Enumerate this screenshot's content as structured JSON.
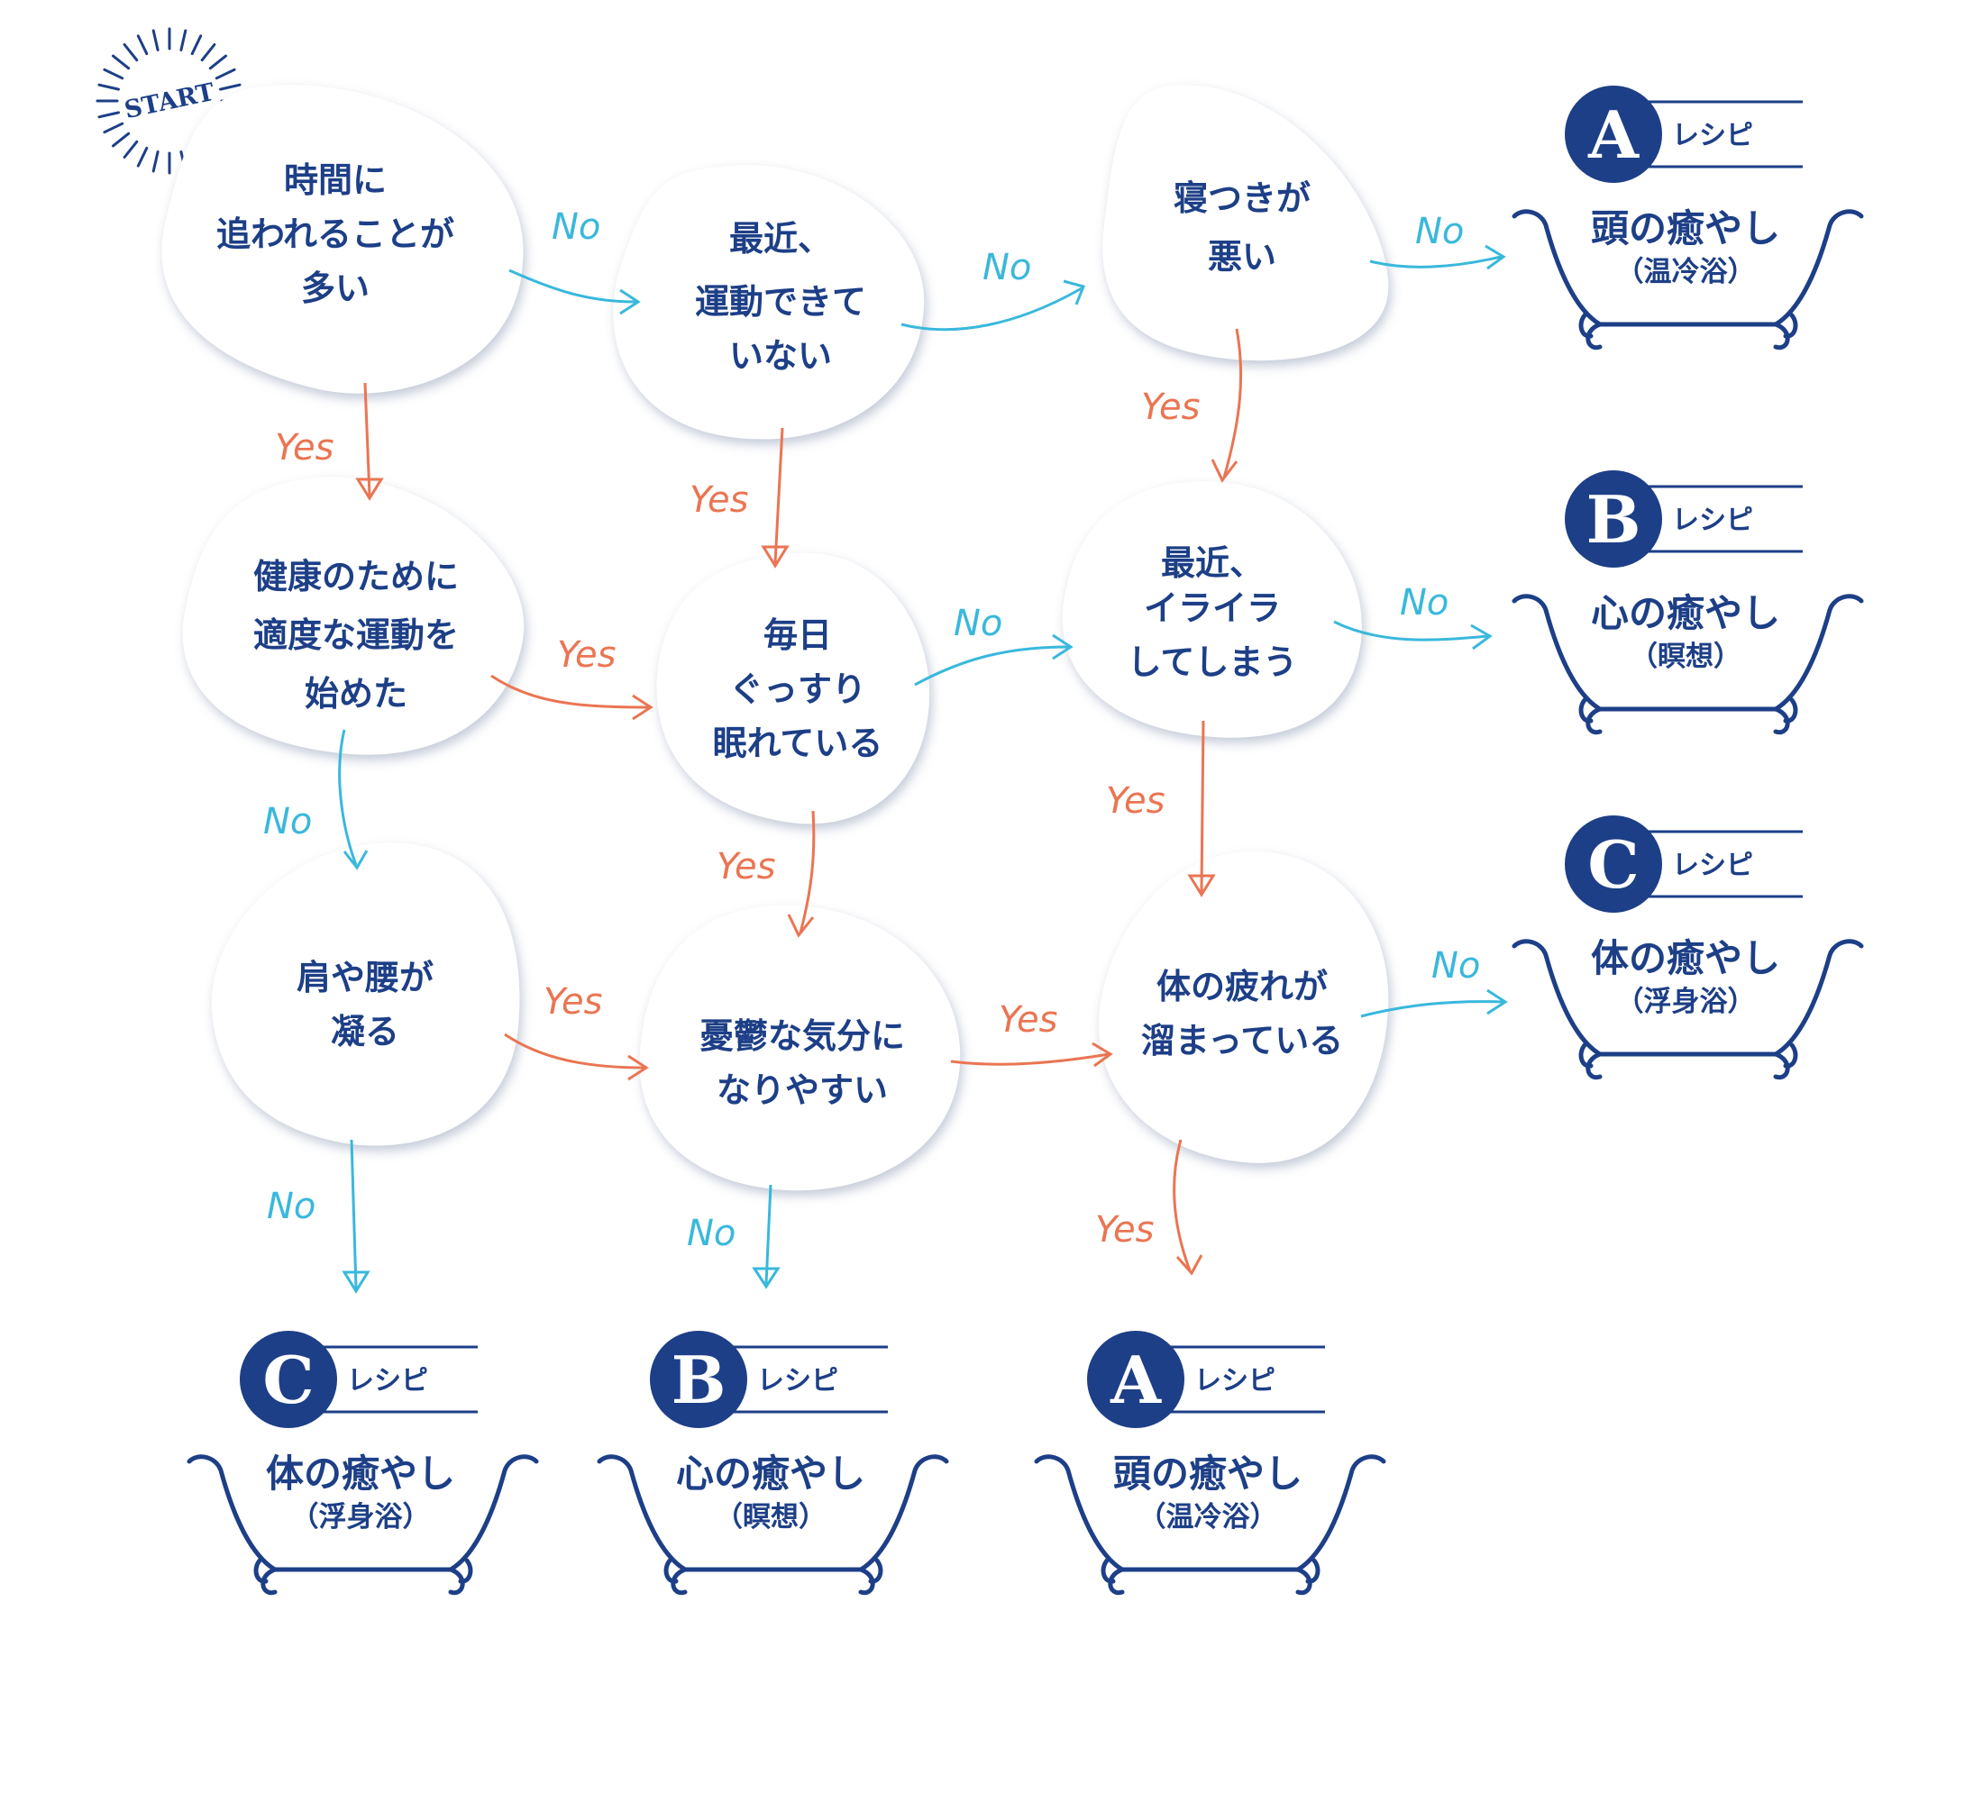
{
  "start_label": "START",
  "questions": [
    {
      "id": "q1",
      "lines": [
        "時間に",
        "追われることが",
        "多い"
      ]
    },
    {
      "id": "q2",
      "lines": [
        "最近、",
        "運動できて",
        "いない"
      ]
    },
    {
      "id": "q3",
      "lines": [
        "寝つきが",
        "悪い"
      ]
    },
    {
      "id": "q4",
      "lines": [
        "健康のために",
        "適度な運動を",
        "始めた"
      ]
    },
    {
      "id": "q5",
      "lines": [
        "毎日",
        "ぐっすり",
        "眠れている"
      ]
    },
    {
      "id": "q6",
      "lines": [
        "最近、",
        "イライラ",
        "してしまう"
      ]
    },
    {
      "id": "q7",
      "lines": [
        "肩や腰が",
        "凝る"
      ]
    },
    {
      "id": "q8",
      "lines": [
        "憂鬱な気分に",
        "なりやすい"
      ]
    },
    {
      "id": "q9",
      "lines": [
        "体の疲れが",
        "溜まっている"
      ]
    }
  ],
  "edge_labels": {
    "yes": "Yes",
    "no": "No"
  },
  "edges": [
    {
      "from": "q1",
      "to": "q2",
      "type": "no"
    },
    {
      "from": "q1",
      "to": "q4",
      "type": "yes"
    },
    {
      "from": "q2",
      "to": "q3",
      "type": "no"
    },
    {
      "from": "q2",
      "to": "q5",
      "type": "yes"
    },
    {
      "from": "q3",
      "to": "rA1",
      "type": "no"
    },
    {
      "from": "q3",
      "to": "q6",
      "type": "yes"
    },
    {
      "from": "q4",
      "to": "q5",
      "type": "yes"
    },
    {
      "from": "q4",
      "to": "q7",
      "type": "no"
    },
    {
      "from": "q5",
      "to": "q6",
      "type": "no"
    },
    {
      "from": "q5",
      "to": "q8",
      "type": "yes"
    },
    {
      "from": "q6",
      "to": "rB1",
      "type": "no"
    },
    {
      "from": "q6",
      "to": "q9",
      "type": "yes"
    },
    {
      "from": "q7",
      "to": "q8",
      "type": "yes"
    },
    {
      "from": "q7",
      "to": "rC2",
      "type": "no"
    },
    {
      "from": "q8",
      "to": "q9",
      "type": "yes"
    },
    {
      "from": "q8",
      "to": "rB2",
      "type": "no"
    },
    {
      "from": "q9",
      "to": "rC1",
      "type": "no"
    },
    {
      "from": "q9",
      "to": "rA2",
      "type": "yes"
    }
  ],
  "recipe_label": "レシピ",
  "results": [
    {
      "id": "rA1",
      "letter": "A",
      "name": "頭の癒やし",
      "method": "（温冷浴）"
    },
    {
      "id": "rB1",
      "letter": "B",
      "name": "心の癒やし",
      "method": "（瞑想）"
    },
    {
      "id": "rC1",
      "letter": "C",
      "name": "体の癒やし",
      "method": "（浮身浴）"
    },
    {
      "id": "rC2",
      "letter": "C",
      "name": "体の癒やし",
      "method": "（浮身浴）"
    },
    {
      "id": "rB2",
      "letter": "B",
      "name": "心の癒やし",
      "method": "（瞑想）"
    },
    {
      "id": "rA2",
      "letter": "A",
      "name": "頭の癒やし",
      "method": "（温冷浴）"
    }
  ],
  "colors": {
    "navy": "#1d3f87",
    "yes": "#ea7552",
    "no": "#39b8dc"
  }
}
